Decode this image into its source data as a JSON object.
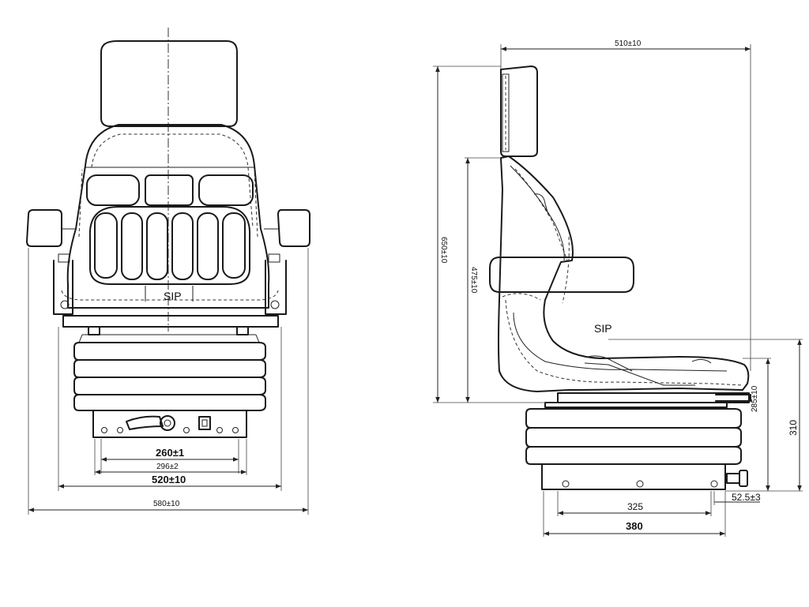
{
  "labels": {
    "brand_front": "SIP",
    "brand_side": "SIP"
  },
  "dimensions": {
    "front": {
      "mount_inner": "260±1",
      "mount_outer": "296±2",
      "base_width": "520±10",
      "overall_width": "580±10"
    },
    "side": {
      "overall_depth": "510±10",
      "overall_height": "650±10",
      "backrest_height": "475±10",
      "seat_height": "285±10",
      "stroke_height": "310",
      "rail_inner": "325",
      "rail_outer": "380",
      "offset": "52.5±3"
    }
  }
}
